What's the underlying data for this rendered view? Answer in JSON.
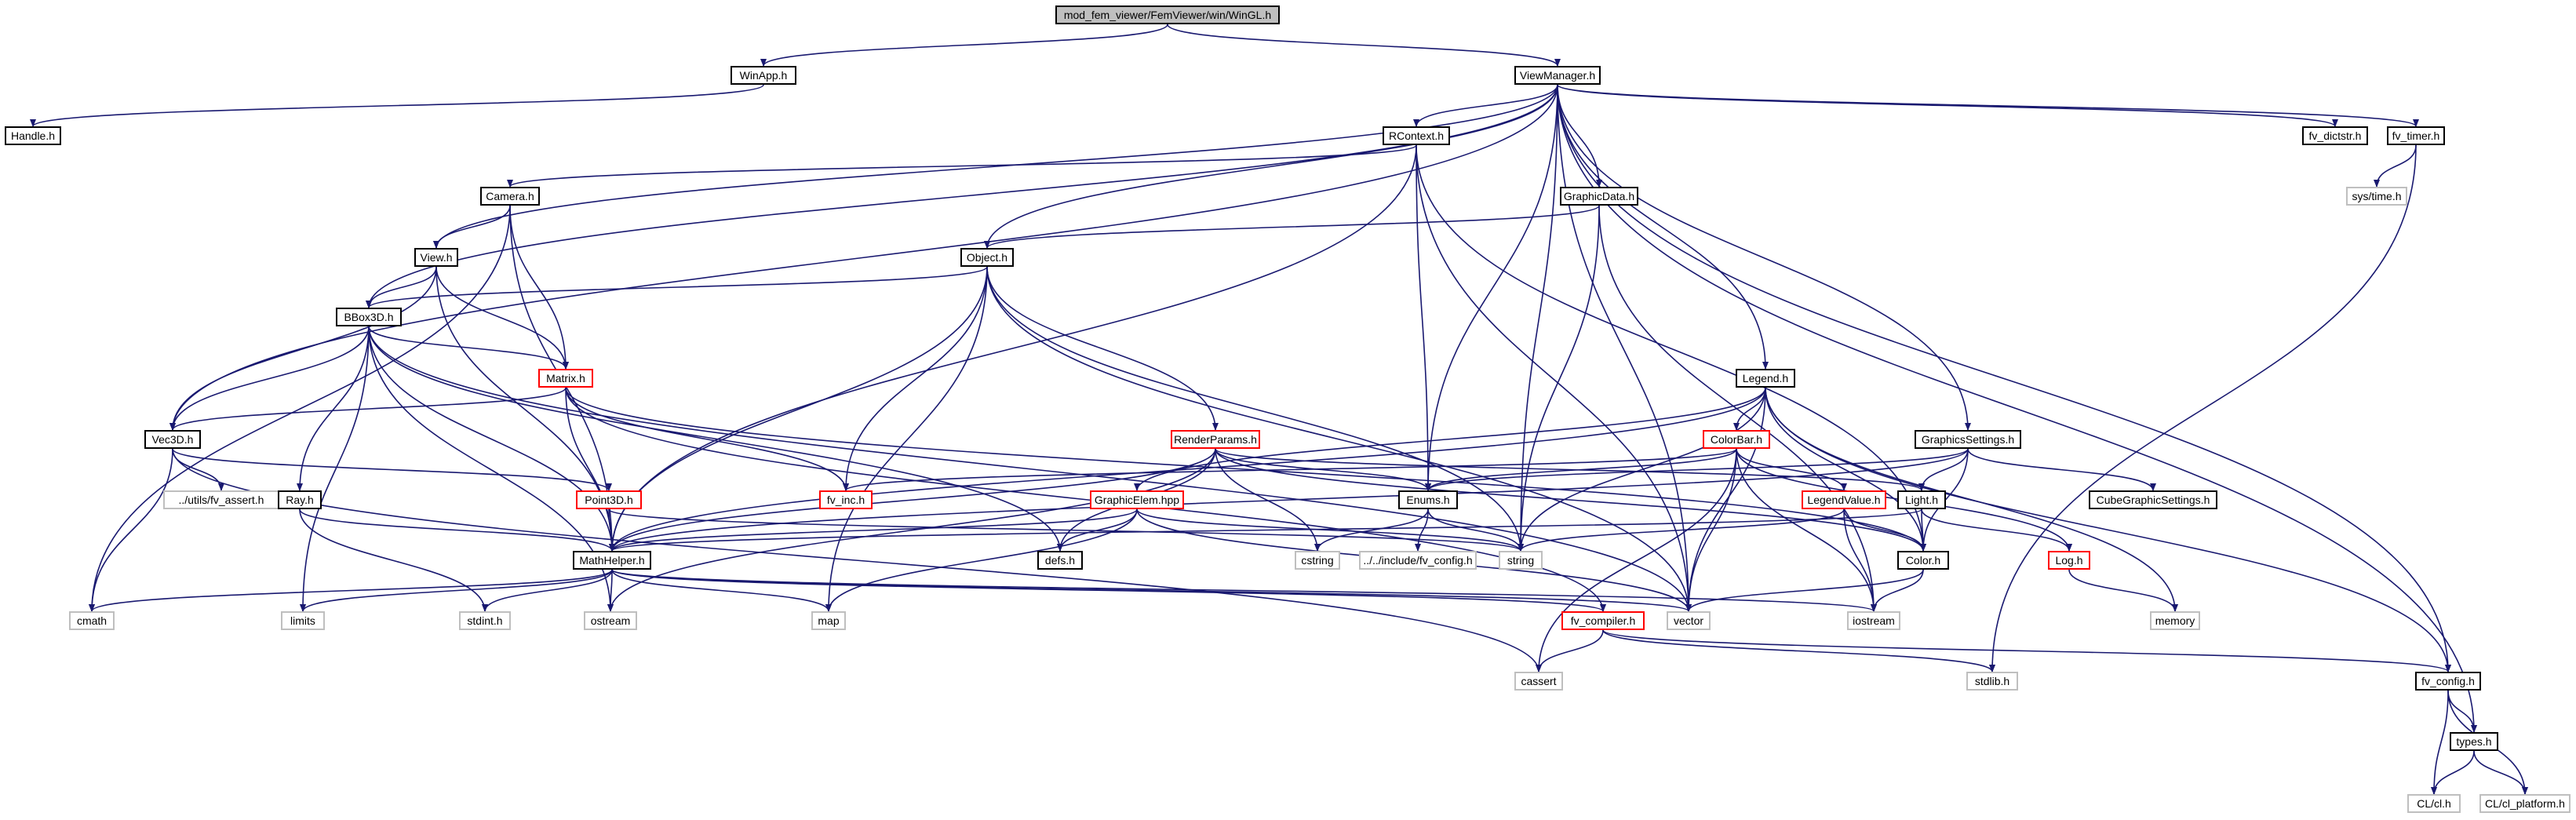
{
  "colors": {
    "edge": "#191970",
    "documented_border": "#000000",
    "truncated_border": "#ff0000",
    "external_border": "#bfbfbf",
    "focus_fill": "#bfbfbf"
  },
  "nodes": {
    "wingl": {
      "label": "mod_fem_viewer/FemViewer/win/WinGL.h",
      "kind": "focus"
    },
    "winapp": {
      "label": "WinApp.h",
      "kind": "normal"
    },
    "viewmanager": {
      "label": "ViewManager.h",
      "kind": "normal"
    },
    "handle": {
      "label": "Handle.h",
      "kind": "normal"
    },
    "rcontext": {
      "label": "RContext.h",
      "kind": "normal"
    },
    "fv_dictstr": {
      "label": "fv_dictstr.h",
      "kind": "normal"
    },
    "fv_timer": {
      "label": "fv_timer.h",
      "kind": "normal"
    },
    "camera": {
      "label": "Camera.h",
      "kind": "normal"
    },
    "graphicdata": {
      "label": "GraphicData.h",
      "kind": "normal"
    },
    "sys_time": {
      "label": "sys/time.h",
      "kind": "external"
    },
    "view": {
      "label": "View.h",
      "kind": "normal"
    },
    "object": {
      "label": "Object.h",
      "kind": "normal"
    },
    "bbox3d": {
      "label": "BBox3D.h",
      "kind": "normal"
    },
    "matrix": {
      "label": "Matrix.h",
      "kind": "truncated"
    },
    "legend": {
      "label": "Legend.h",
      "kind": "normal"
    },
    "vec3d": {
      "label": "Vec3D.h",
      "kind": "normal"
    },
    "renderparams": {
      "label": "RenderParams.h",
      "kind": "truncated"
    },
    "colorbar": {
      "label": "ColorBar.h",
      "kind": "truncated"
    },
    "graphicssettings": {
      "label": "GraphicsSettings.h",
      "kind": "normal"
    },
    "utils_fv_assert": {
      "label": "../utils/fv_assert.h",
      "kind": "external"
    },
    "ray": {
      "label": "Ray.h",
      "kind": "normal"
    },
    "point3d": {
      "label": "Point3D.h",
      "kind": "truncated"
    },
    "fv_inc": {
      "label": "fv_inc.h",
      "kind": "truncated"
    },
    "graphicelem": {
      "label": "GraphicElem.hpp",
      "kind": "truncated"
    },
    "enums": {
      "label": "Enums.h",
      "kind": "normal"
    },
    "legendvalue": {
      "label": "LegendValue.h",
      "kind": "truncated"
    },
    "light": {
      "label": "Light.h",
      "kind": "normal"
    },
    "cubegraphicsettings": {
      "label": "CubeGraphicSettings.h",
      "kind": "normal"
    },
    "mathhelper": {
      "label": "MathHelper.h",
      "kind": "normal"
    },
    "defs": {
      "label": "defs.h",
      "kind": "normal"
    },
    "include_fv_config": {
      "label": "../../include/fv_config.h",
      "kind": "external"
    },
    "string": {
      "label": "string",
      "kind": "external"
    },
    "cstring": {
      "label": "cstring",
      "kind": "external"
    },
    "color": {
      "label": "Color.h",
      "kind": "normal"
    },
    "log": {
      "label": "Log.h",
      "kind": "truncated"
    },
    "cmath": {
      "label": "cmath",
      "kind": "external"
    },
    "limits": {
      "label": "limits",
      "kind": "external"
    },
    "stdint": {
      "label": "stdint.h",
      "kind": "external"
    },
    "ostream": {
      "label": "ostream",
      "kind": "external"
    },
    "map": {
      "label": "map",
      "kind": "external"
    },
    "vector": {
      "label": "vector",
      "kind": "external"
    },
    "fv_compiler": {
      "label": "fv_compiler.h",
      "kind": "truncated"
    },
    "iostream": {
      "label": "iostream",
      "kind": "external"
    },
    "memory": {
      "label": "memory",
      "kind": "external"
    },
    "cassert": {
      "label": "cassert",
      "kind": "external"
    },
    "stdlib": {
      "label": "stdlib.h",
      "kind": "external"
    },
    "fv_config": {
      "label": "fv_config.h",
      "kind": "normal"
    },
    "types": {
      "label": "types.h",
      "kind": "normal"
    },
    "cl_cl": {
      "label": "CL/cl.h",
      "kind": "external"
    },
    "cl_platform": {
      "label": "CL/cl_platform.h",
      "kind": "external"
    }
  },
  "edges": [
    [
      "wingl",
      "winapp"
    ],
    [
      "wingl",
      "viewmanager"
    ],
    [
      "winapp",
      "handle"
    ],
    [
      "viewmanager",
      "vec3d"
    ],
    [
      "viewmanager",
      "rcontext"
    ],
    [
      "viewmanager",
      "fv_dictstr"
    ],
    [
      "viewmanager",
      "fv_timer"
    ],
    [
      "viewmanager",
      "view"
    ],
    [
      "viewmanager",
      "bbox3d"
    ],
    [
      "viewmanager",
      "object"
    ],
    [
      "viewmanager",
      "graphicdata"
    ],
    [
      "viewmanager",
      "string"
    ],
    [
      "viewmanager",
      "enums"
    ],
    [
      "viewmanager",
      "legend"
    ],
    [
      "viewmanager",
      "graphicssettings"
    ],
    [
      "viewmanager",
      "vector"
    ],
    [
      "viewmanager",
      "fv_config"
    ],
    [
      "viewmanager",
      "types"
    ],
    [
      "rcontext",
      "camera"
    ],
    [
      "rcontext",
      "mathhelper"
    ],
    [
      "rcontext",
      "enums"
    ],
    [
      "rcontext",
      "vector"
    ],
    [
      "rcontext",
      "color"
    ],
    [
      "fv_timer",
      "sys_time"
    ],
    [
      "fv_timer",
      "stdlib"
    ],
    [
      "camera",
      "view"
    ],
    [
      "camera",
      "matrix"
    ],
    [
      "camera",
      "mathhelper"
    ],
    [
      "camera",
      "cmath"
    ],
    [
      "graphicdata",
      "object"
    ],
    [
      "graphicdata",
      "string"
    ],
    [
      "graphicdata",
      "iostream"
    ],
    [
      "view",
      "bbox3d"
    ],
    [
      "view",
      "matrix"
    ],
    [
      "view",
      "vec3d"
    ],
    [
      "view",
      "mathhelper"
    ],
    [
      "object",
      "bbox3d"
    ],
    [
      "object",
      "mathhelper"
    ],
    [
      "object",
      "fv_inc"
    ],
    [
      "object",
      "renderparams"
    ],
    [
      "object",
      "map"
    ],
    [
      "object",
      "vector"
    ],
    [
      "object",
      "string"
    ],
    [
      "bbox3d",
      "matrix"
    ],
    [
      "bbox3d",
      "vec3d"
    ],
    [
      "bbox3d",
      "ray"
    ],
    [
      "bbox3d",
      "mathhelper"
    ],
    [
      "bbox3d",
      "limits"
    ],
    [
      "bbox3d",
      "ostream"
    ],
    [
      "bbox3d",
      "defs"
    ],
    [
      "bbox3d",
      "vector"
    ],
    [
      "matrix",
      "vec3d"
    ],
    [
      "matrix",
      "mathhelper"
    ],
    [
      "matrix",
      "fv_inc"
    ],
    [
      "matrix",
      "color"
    ],
    [
      "matrix",
      "fv_compiler"
    ],
    [
      "legend",
      "colorbar"
    ],
    [
      "legend",
      "mathhelper"
    ],
    [
      "legend",
      "graphicelem"
    ],
    [
      "legend",
      "string"
    ],
    [
      "legend",
      "vector"
    ],
    [
      "legend",
      "color"
    ],
    [
      "legend",
      "memory"
    ],
    [
      "legend",
      "fv_config"
    ],
    [
      "vec3d",
      "utils_fv_assert"
    ],
    [
      "vec3d",
      "point3d"
    ],
    [
      "vec3d",
      "cmath"
    ],
    [
      "vec3d",
      "cassert"
    ],
    [
      "renderparams",
      "enums"
    ],
    [
      "renderparams",
      "mathhelper"
    ],
    [
      "renderparams",
      "defs"
    ],
    [
      "renderparams",
      "cstring"
    ],
    [
      "renderparams",
      "light"
    ],
    [
      "renderparams",
      "color"
    ],
    [
      "renderparams",
      "ostream"
    ],
    [
      "colorbar",
      "enums"
    ],
    [
      "colorbar",
      "legendvalue"
    ],
    [
      "colorbar",
      "fv_inc"
    ],
    [
      "colorbar",
      "log"
    ],
    [
      "colorbar",
      "vector"
    ],
    [
      "colorbar",
      "cassert"
    ],
    [
      "colorbar",
      "iostream"
    ],
    [
      "graphicssettings",
      "light"
    ],
    [
      "graphicssettings",
      "cubegraphicsettings"
    ],
    [
      "graphicssettings",
      "enums"
    ],
    [
      "graphicssettings",
      "color"
    ],
    [
      "graphicssettings",
      "mathhelper"
    ],
    [
      "ray",
      "mathhelper"
    ],
    [
      "ray",
      "stdint"
    ],
    [
      "point3d",
      "mathhelper"
    ],
    [
      "point3d",
      "string"
    ],
    [
      "graphicelem",
      "mathhelper"
    ],
    [
      "graphicelem",
      "defs"
    ],
    [
      "graphicelem",
      "map"
    ],
    [
      "graphicelem",
      "vector"
    ],
    [
      "graphicelem",
      "string"
    ],
    [
      "enums",
      "include_fv_config"
    ],
    [
      "enums",
      "cstring"
    ],
    [
      "enums",
      "string"
    ],
    [
      "legendvalue",
      "color"
    ],
    [
      "legendvalue",
      "string"
    ],
    [
      "legendvalue",
      "iostream"
    ],
    [
      "light",
      "color"
    ],
    [
      "light",
      "log"
    ],
    [
      "light",
      "mathhelper"
    ],
    [
      "mathhelper",
      "cmath"
    ],
    [
      "mathhelper",
      "limits"
    ],
    [
      "mathhelper",
      "stdint"
    ],
    [
      "mathhelper",
      "ostream"
    ],
    [
      "mathhelper",
      "map"
    ],
    [
      "mathhelper",
      "vector"
    ],
    [
      "mathhelper",
      "iostream"
    ],
    [
      "mathhelper",
      "fv_compiler"
    ],
    [
      "color",
      "iostream"
    ],
    [
      "color",
      "vector"
    ],
    [
      "log",
      "memory"
    ],
    [
      "fv_compiler",
      "cassert"
    ],
    [
      "fv_compiler",
      "stdlib"
    ],
    [
      "fv_compiler",
      "fv_config"
    ],
    [
      "fv_config",
      "types"
    ],
    [
      "fv_config",
      "cl_cl"
    ],
    [
      "fv_config",
      "cl_platform"
    ],
    [
      "types",
      "cl_cl"
    ],
    [
      "types",
      "cl_platform"
    ]
  ]
}
